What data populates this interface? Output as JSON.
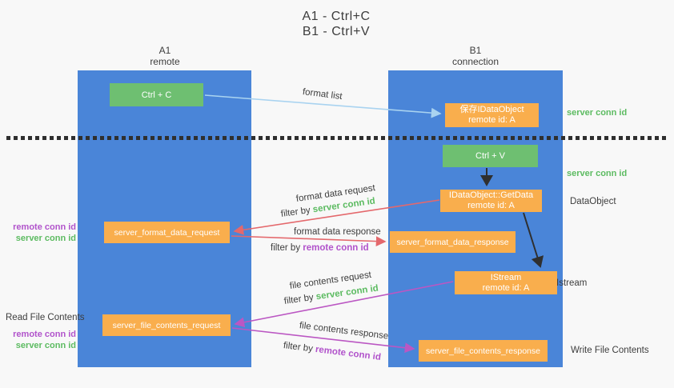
{
  "colors": {
    "background": "#f8f8f8",
    "lifeline_blue": "#4a85d8",
    "box_green": "#6ebf71",
    "box_orange": "#f9ae4d",
    "text_dark": "#3d3d3d",
    "green_label": "#5cbb61",
    "purple_label": "#b153cb",
    "arrow_lightblue": "#a9d3f0",
    "arrow_red": "#e4686c",
    "arrow_purple": "#bb57c3",
    "arrow_black": "#2f2f2f",
    "box_text": "#ffffff"
  },
  "title": {
    "line1": "A1 - Ctrl+C",
    "line2": "B1 - Ctrl+V"
  },
  "lifelines": {
    "left": {
      "name": "A1",
      "role": "remote"
    },
    "right": {
      "name": "B1",
      "role": "connection"
    }
  },
  "boxes": {
    "ctrl_c": "Ctrl + C",
    "ctrl_v": "Ctrl + V",
    "save_idataobject": {
      "line1": "保存IDataObject",
      "line2": "remote id: A"
    },
    "getdata": {
      "line1": "IDataObject::GetData",
      "line2": "remote id: A"
    },
    "istream": {
      "line1": "IStream",
      "line2": "remote id: A"
    },
    "format_request": "server_format_data_request",
    "format_response": "server_format_data_response",
    "file_request": "server_file_contents_request",
    "file_response": "server_file_contents_response"
  },
  "arrow_labels": {
    "format_list": "format list",
    "format_data_request": "format data request",
    "filter_server_1": {
      "prefix": "filter by ",
      "keyword": "server conn id"
    },
    "format_data_response": "format data response",
    "filter_remote_1": {
      "prefix": "filter by ",
      "keyword": "remote conn id"
    },
    "file_contents_request": "file contents request",
    "filter_server_2": {
      "prefix": "filter by ",
      "keyword": "server conn id"
    },
    "file_contents_response": "file contents response",
    "filter_remote_2": {
      "prefix": "filter by ",
      "keyword": "remote conn id"
    }
  },
  "annotations": {
    "server_conn_top": "server conn id",
    "server_conn_mid": "server conn id",
    "dataobject": "DataObject",
    "istream": "Istream",
    "write_file_contents": "Write File Contents",
    "read_file_contents": "Read File Contents",
    "left_group1": {
      "remote": "remote conn id",
      "server": "server conn id"
    },
    "left_group2": {
      "remote": "remote conn id",
      "server": "server conn id"
    }
  }
}
